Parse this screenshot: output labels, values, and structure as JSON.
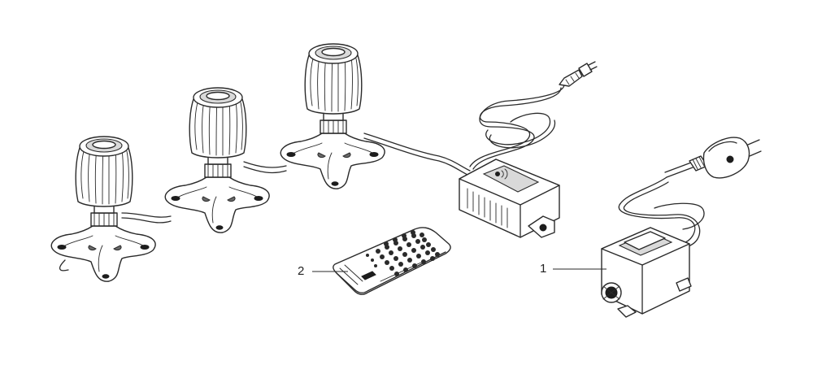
{
  "figure": {
    "callouts": [
      {
        "id": "1",
        "text": "1",
        "target": "transformer"
      },
      {
        "id": "2",
        "text": "2",
        "target": "remote-control"
      }
    ],
    "components": [
      "spotlight",
      "spotlight",
      "spotlight",
      "controller-box",
      "remote-control",
      "transformer"
    ],
    "line_color": "#2a2a2a",
    "background": "#ffffff"
  }
}
